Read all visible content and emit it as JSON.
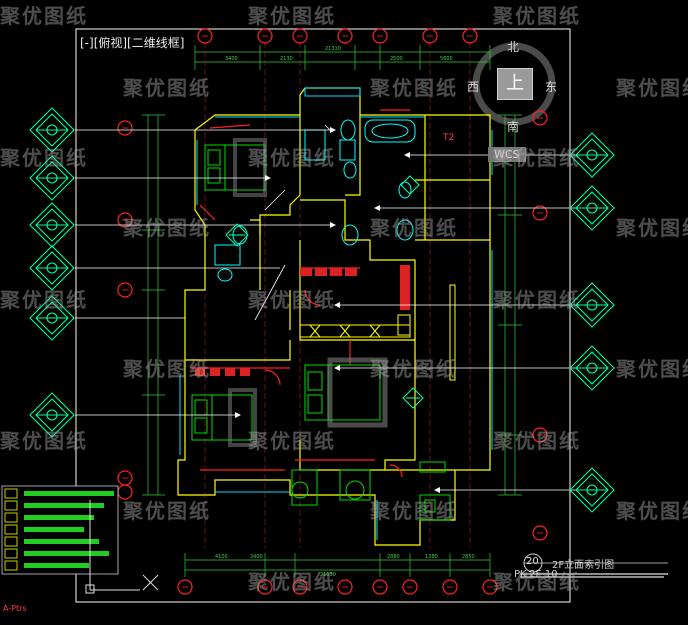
{
  "viewport": {
    "label": "[-][俯视][二维线框]"
  },
  "viewcube": {
    "north": "北",
    "south": "南",
    "east": "东",
    "west": "西",
    "top": "上",
    "wcs": "WCS"
  },
  "title_block": {
    "number": "20",
    "title": "2F立面索引图",
    "sheet_code": "PK-2F-10"
  },
  "note_tag": "T2",
  "cursor_label": "A-Ptrs",
  "watermark": "聚优图纸",
  "colors": {
    "background": "#000000",
    "wall": "#ffff00",
    "axis_bubble": "#ff2020",
    "index_symbol": "#00ff99",
    "fixture": "#00ffff",
    "furniture": "#00dd00",
    "leader": "#ffffff",
    "dimension": "#33cc33",
    "accent": "#ff2020"
  },
  "icons": [
    "north-compass-icon",
    "index-diamond-icon",
    "axis-bubble-icon",
    "ucs-icon",
    "layer-swatch-icon"
  ]
}
